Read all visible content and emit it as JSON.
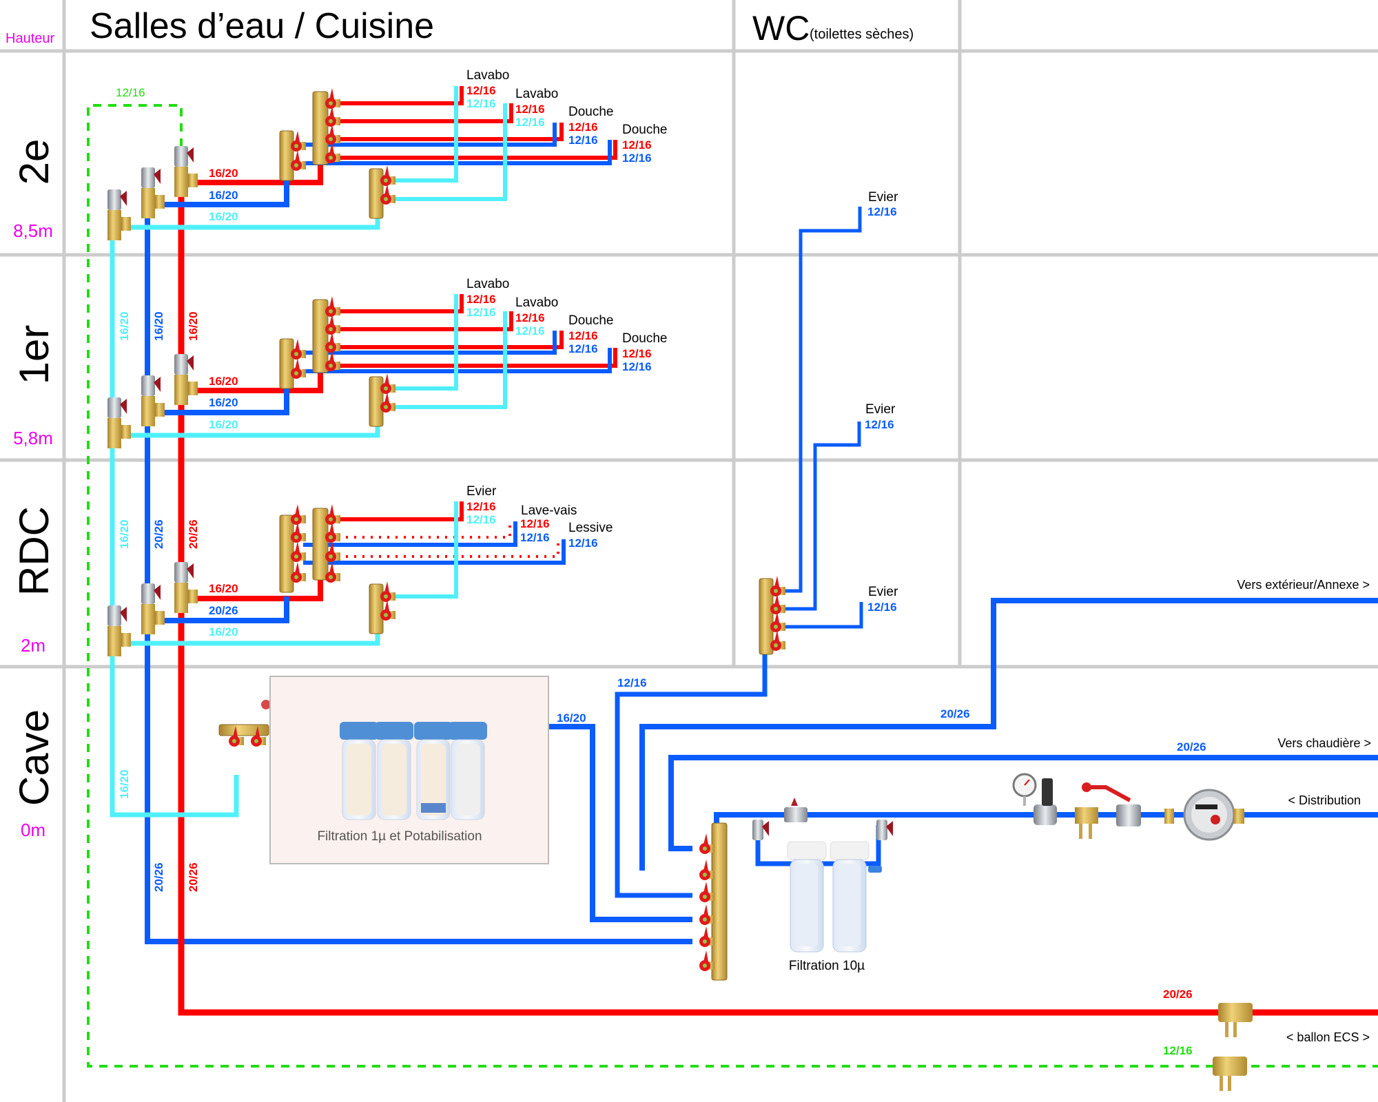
{
  "header": {
    "height_label": "Hauteur",
    "col1_title": "Salles d’eau / Cuisine",
    "col2_title": "WC",
    "col2_subtitle": "(toilettes sèches)"
  },
  "colors": {
    "cold": "#0a5cff",
    "hot": "#ff0000",
    "cyan": "#4ff0fa",
    "loop": "#22dd11",
    "height": "#ee00ee",
    "grid": "#cccccc"
  },
  "floors": [
    {
      "name": "2e",
      "height": "8,5m"
    },
    {
      "name": "1er",
      "height": "5,8m"
    },
    {
      "name": "RDC",
      "height": "2m"
    },
    {
      "name": "Cave",
      "height": "0m"
    }
  ],
  "risers": {
    "loop_top": "12/16",
    "cyan_2e_1er": "16/20",
    "cold_2e_1er": "16/20",
    "hot_2e_1er": "16/20",
    "cyan_1er_rdc": "16/20",
    "cold_1er_rdc": "20/26",
    "hot_1er_rdc": "20/26",
    "cyan_cave": "16/20",
    "cold_cave": "20/26",
    "hot_cave": "20/26"
  },
  "floor_2e": {
    "feed_hot": "16/20",
    "feed_cold": "16/20",
    "feed_cyan": "16/20",
    "outlets": [
      {
        "name": "Lavabo",
        "a": "12/16",
        "b": "12/16",
        "b_kind": "cyan"
      },
      {
        "name": "Lavabo",
        "a": "12/16",
        "b": "12/16",
        "b_kind": "cyan"
      },
      {
        "name": "Douche",
        "a": "12/16",
        "b": "12/16",
        "b_kind": "cold"
      },
      {
        "name": "Douche",
        "a": "12/16",
        "b": "12/16",
        "b_kind": "cold"
      }
    ]
  },
  "floor_1er": {
    "feed_hot": "16/20",
    "feed_cold": "16/20",
    "feed_cyan": "16/20",
    "outlets": [
      {
        "name": "Lavabo",
        "a": "12/16",
        "b": "12/16",
        "b_kind": "cyan"
      },
      {
        "name": "Lavabo",
        "a": "12/16",
        "b": "12/16",
        "b_kind": "cyan"
      },
      {
        "name": "Douche",
        "a": "12/16",
        "b": "12/16",
        "b_kind": "cold"
      },
      {
        "name": "Douche",
        "a": "12/16",
        "b": "12/16",
        "b_kind": "cold"
      }
    ]
  },
  "floor_rdc": {
    "feed_hot": "16/20",
    "feed_cold": "20/26",
    "feed_cyan": "16/20",
    "outlets": [
      {
        "name": "Evier",
        "a": "12/16",
        "b": "12/16",
        "b_kind": "cyan"
      },
      {
        "name": "Lave-vais",
        "a": "12/16",
        "b": "12/16",
        "b_kind": "cold"
      },
      {
        "name": "Lessive",
        "a": "",
        "b": "12/16",
        "b_kind": "cold"
      }
    ]
  },
  "wc": {
    "outlets": [
      {
        "name": "Evier",
        "size": "12/16"
      },
      {
        "name": "Evier",
        "size": "12/16"
      },
      {
        "name": "Evier",
        "size": "12/16"
      }
    ],
    "feed": "12/16"
  },
  "cave": {
    "filter1_label": "Filtration 1µ et Potabilisation",
    "filter1_out": "16/20",
    "filter2_label": "Filtration 10µ",
    "annexe_size": "20/26",
    "annexe_label": "Vers extérieur/Annexe >",
    "chaudiere_size": "20/26",
    "chaudiere_label": "Vers chaudière >",
    "distribution_label": "< Distribution",
    "hot_return_size": "20/26",
    "ecs_label": "< ballon ECS >",
    "loop_size": "12/16"
  }
}
